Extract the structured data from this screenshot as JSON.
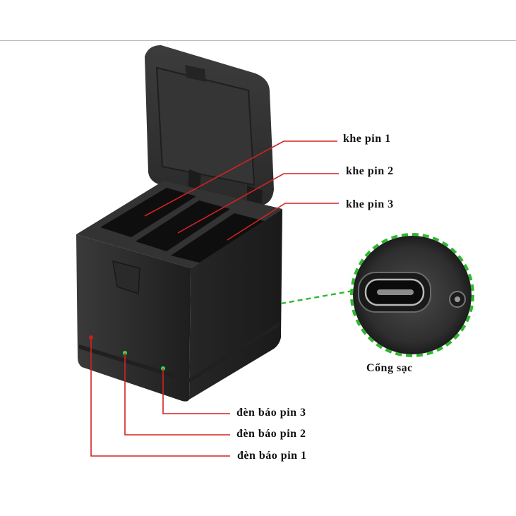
{
  "labels": {
    "slot1": "khe pin 1",
    "slot2": "khe pin 2",
    "slot3": "khe pin 3",
    "port": "Cổng sạc",
    "led3": "đèn báo pin 3",
    "led2": "đèn báo pin 2",
    "led1": "đèn báo pin 1"
  },
  "colors": {
    "leader_line": "#d32222",
    "port_ring": "#2fb82f",
    "led_green": "#35e04a",
    "led_red": "#c81e1e",
    "body": "#2a2a2a"
  },
  "icons": {
    "port": "usb-c-port-icon"
  }
}
